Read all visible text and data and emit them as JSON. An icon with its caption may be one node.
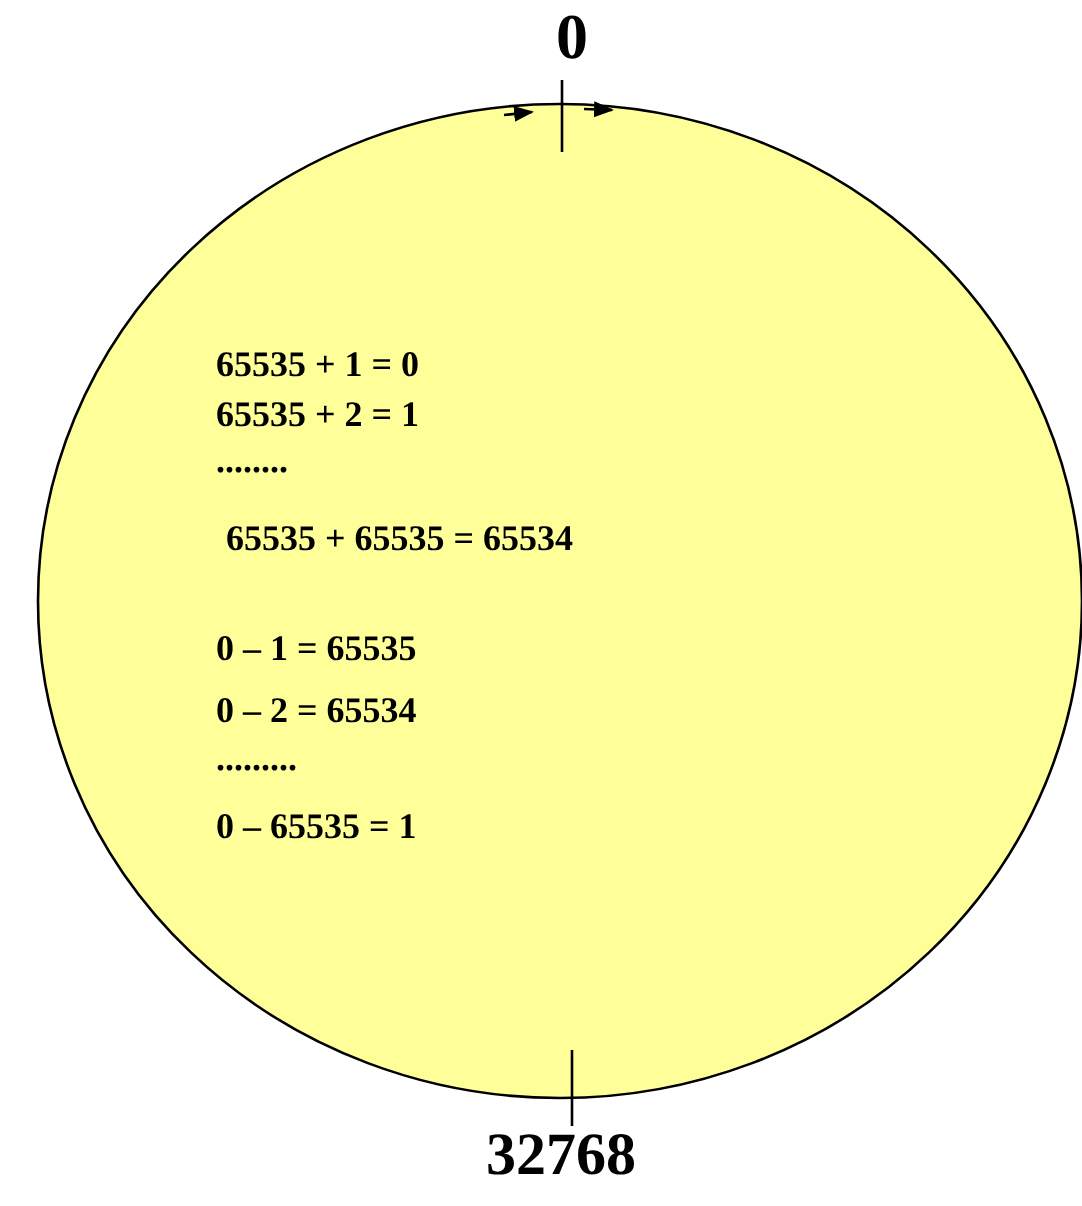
{
  "diagram": {
    "nodes": [
      {
        "text": [
          "65535 + 1 = 0",
          "65535 + 2 = 1",
          "........",
          "65535 + 65535 = 65534",
          "0 – 1 = 65535",
          "0 – 2 = 65534",
          ".........",
          "0 – 65535 = 1"
        ]
      }
    ],
    "labels": [
      "0",
      "32768"
    ]
  }
}
